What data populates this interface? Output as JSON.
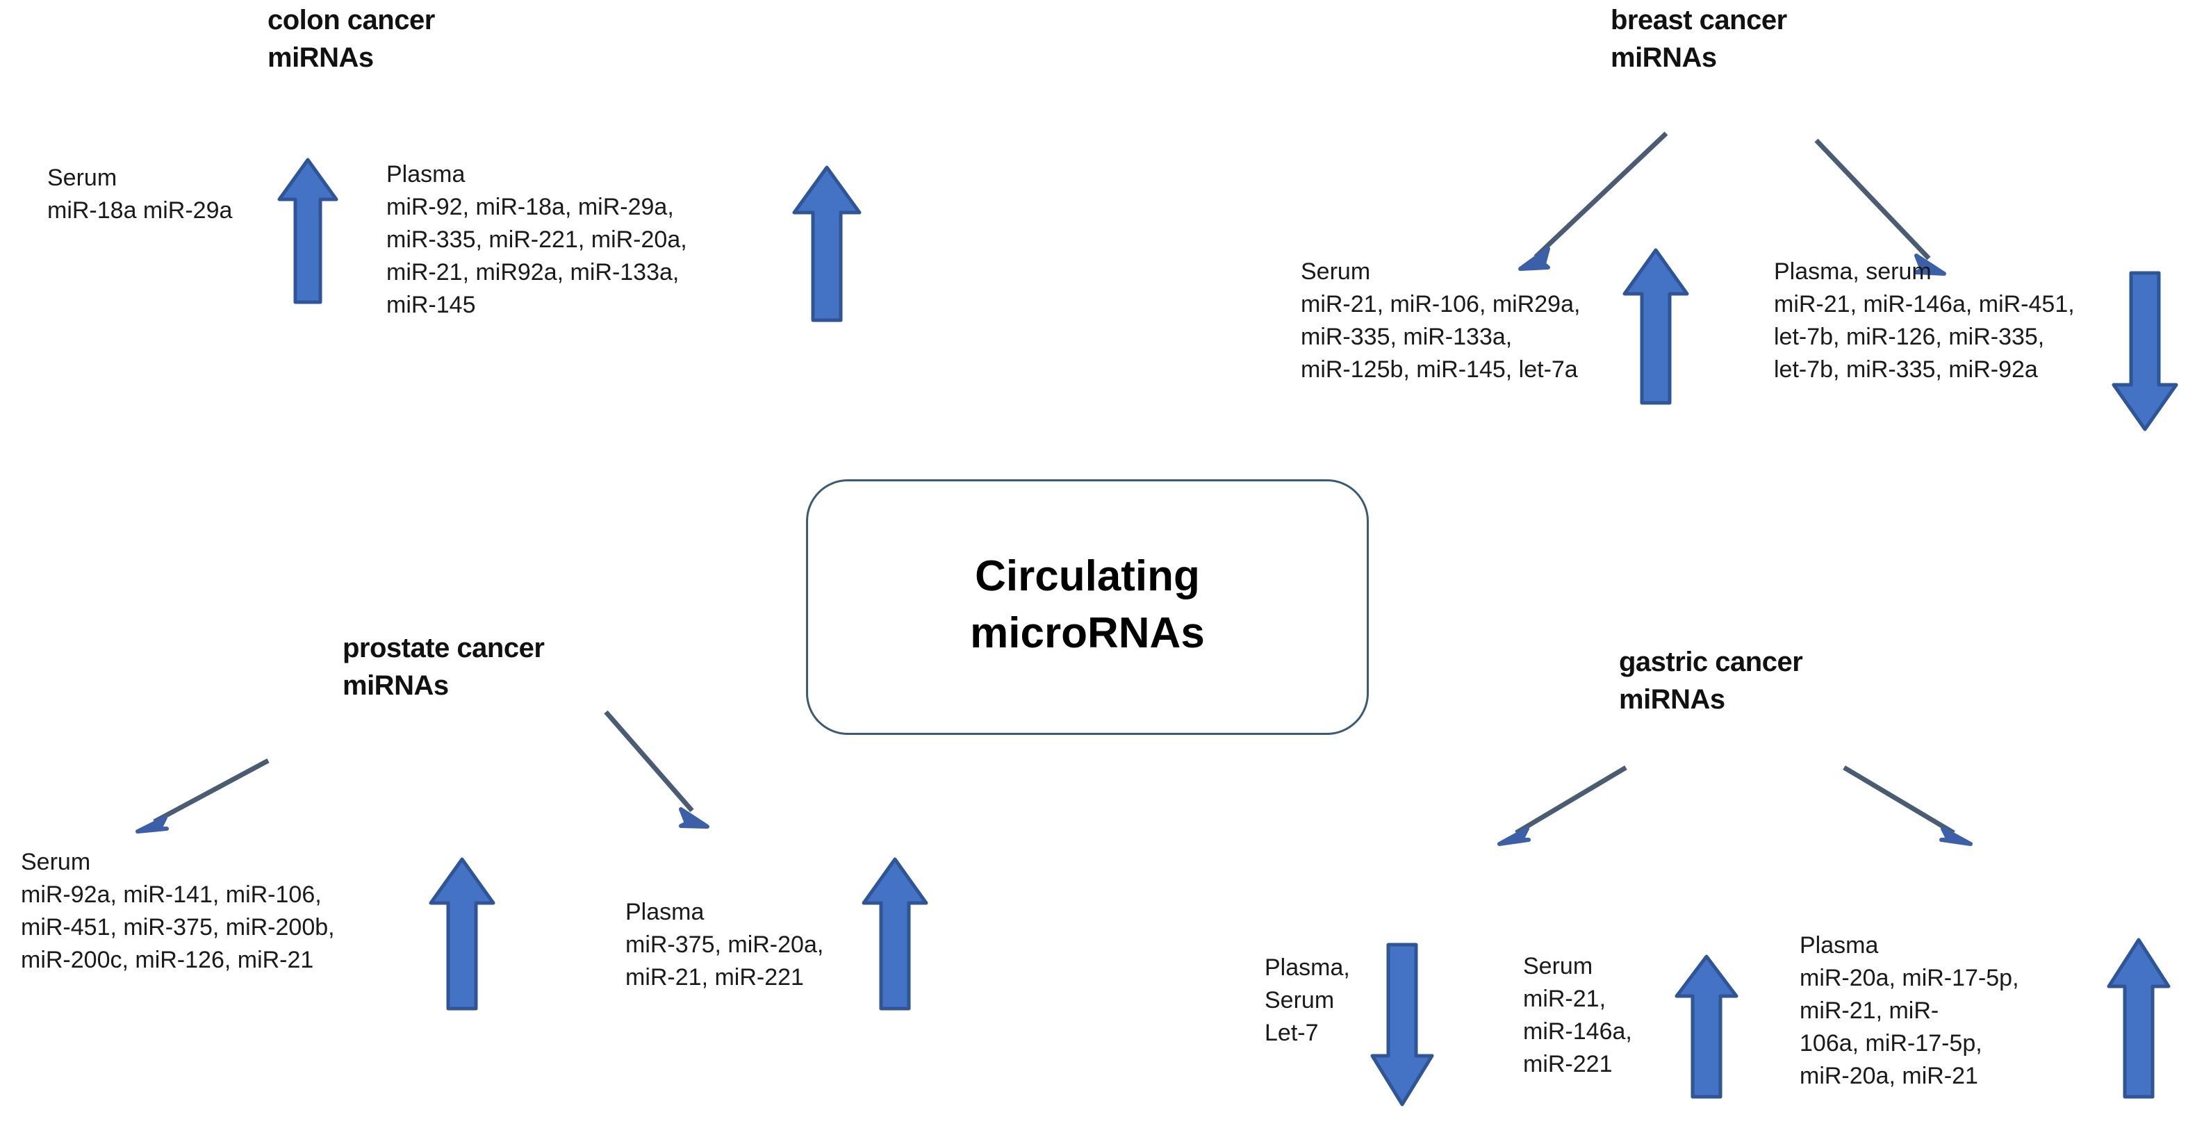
{
  "center": {
    "line1": "Circulating",
    "line2": "microRNAs"
  },
  "colors": {
    "arrow_fill": "#4472C4",
    "arrow_stroke": "#2F5597",
    "connector": "#4a5c72",
    "box_border": "#3d5a74",
    "text": "#1a1a1a"
  },
  "sections": [
    {
      "id": "colon",
      "title_line1": "colon cancer",
      "title_line2": "miRNAs",
      "blocks": [
        {
          "id": "colon-serum",
          "header": "Serum",
          "lines": [
            "miR-18a miR-29a"
          ],
          "arrow": "up"
        },
        {
          "id": "colon-plasma",
          "header": "Plasma",
          "lines": [
            "miR-92, miR-18a, miR-29a,",
            "miR-335, miR-221, miR-20a,",
            "miR-21, miR92a, miR-133a,",
            "miR-145"
          ],
          "arrow": "up"
        }
      ]
    },
    {
      "id": "breast",
      "title_line1": "breast cancer",
      "title_line2": "miRNAs",
      "blocks": [
        {
          "id": "breast-serum",
          "header": "Serum",
          "lines": [
            "miR-21, miR-106, miR29a,",
            "miR-335, miR-133a,",
            "miR-125b, miR-145, let-7a"
          ],
          "arrow": "up"
        },
        {
          "id": "breast-plasma-serum",
          "header": "Plasma, serum",
          "lines": [
            "miR-21, miR-146a, miR-451,",
            "let-7b, miR-126, miR-335,",
            "let-7b, miR-335, miR-92a"
          ],
          "arrow": "down"
        }
      ]
    },
    {
      "id": "prostate",
      "title_line1": "prostate cancer",
      "title_line2": "miRNAs",
      "blocks": [
        {
          "id": "prostate-serum",
          "header": "Serum",
          "lines": [
            "miR-92a, miR-141, miR-106,",
            "miR-451, miR-375, miR-200b,",
            "miR-200c, miR-126, miR-21"
          ],
          "arrow": "up"
        },
        {
          "id": "prostate-plasma",
          "header": "Plasma",
          "lines": [
            "miR-375, miR-20a,",
            "miR-21, miR-221"
          ],
          "arrow": "up"
        }
      ]
    },
    {
      "id": "gastric",
      "title_line1": "gastric cancer",
      "title_line2": "miRNAs",
      "blocks": [
        {
          "id": "gastric-plasma-serum",
          "header": "Plasma,",
          "lines": [
            "Serum",
            "Let-7"
          ],
          "arrow": "down"
        },
        {
          "id": "gastric-serum",
          "header": "Serum",
          "lines": [
            "miR-21,",
            "miR-146a,",
            "miR-221"
          ],
          "arrow": "up"
        },
        {
          "id": "gastric-plasma",
          "header": "Plasma",
          "lines": [
            "miR-20a, miR-17-5p,",
            "miR-21, miR-",
            "106a,   miR-17-5p,",
            "miR-20a, miR-21"
          ],
          "arrow": "up"
        }
      ]
    }
  ]
}
